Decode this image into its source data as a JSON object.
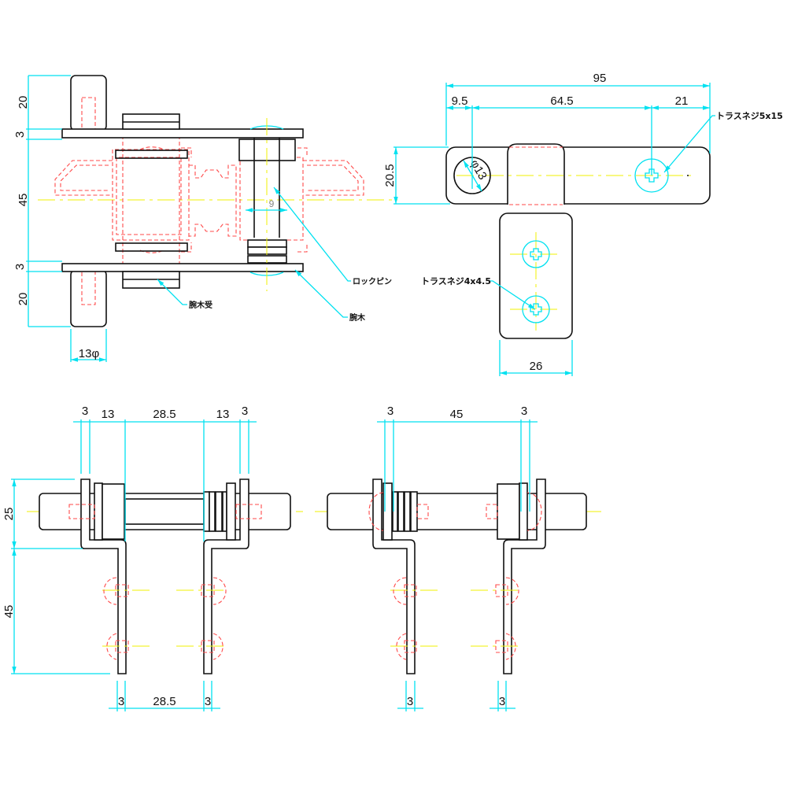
{
  "views": {
    "top_left": {
      "dims": {
        "d20_top": "20",
        "d3_top": "3",
        "d45": "45",
        "d3_bottom": "3",
        "d20_bottom": "20",
        "d13": "13φ",
        "d9": "9"
      },
      "labels": {
        "arm_receiver": "腕木受",
        "arm": "腕木",
        "lock_pin": "ロックピン"
      }
    },
    "top_right": {
      "dims": {
        "d95": "95",
        "d9_5": "9.5",
        "d64_5": "64.5",
        "d21": "21",
        "d20_5": "20.5",
        "d26": "26",
        "phi13": "φ13"
      },
      "labels": {
        "screw_large": "トラスネジ5x15",
        "screw_small": "トラスネジ4x4.5"
      }
    },
    "bottom_left": {
      "dims": {
        "t3a": "3",
        "t13a": "13",
        "t28_5": "28.5",
        "t13b": "13",
        "t3b": "3",
        "d25": "25",
        "d45": "45",
        "b3a": "3",
        "b28_5": "28.5",
        "b3b": "3"
      }
    },
    "bottom_right": {
      "dims": {
        "t3a": "3",
        "t45": "45",
        "t3b": "3",
        "b3a": "3",
        "b3b": "3"
      }
    }
  },
  "colors": {
    "outline": "#111111",
    "hidden": "#ff4a4a",
    "dimension": "#00e1f0",
    "centerline": "#f2f200"
  }
}
